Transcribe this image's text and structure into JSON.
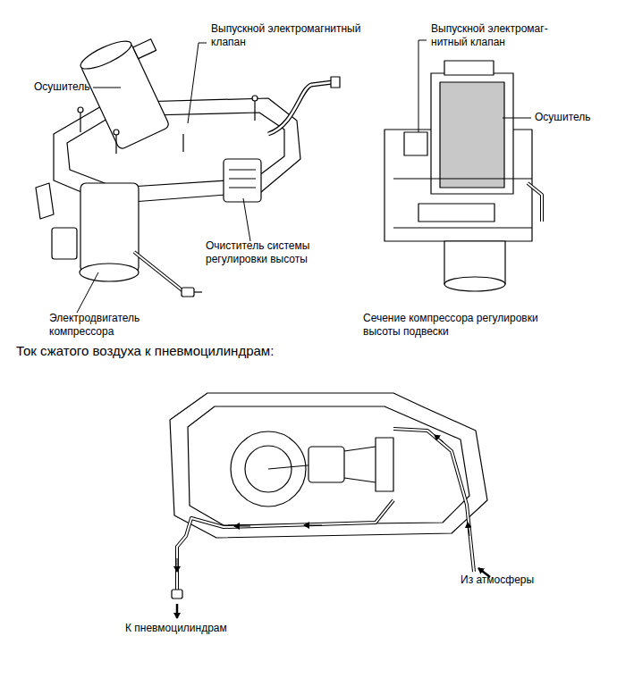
{
  "diagram": {
    "labels": [
      "Выпускной электромагнитный клапан",
      "Осушитель",
      "Выпускной электромаг- нитный клапан",
      "Осушитель",
      "Очиститель системы регулировки высоты",
      "Электродвигатель компрессора",
      "Сечение компрессора регулировки высоты подвески",
      "Ток сжатого воздуха к пневмоцилиндрам:",
      "Из атмосферы",
      "К пневмоцилиндрам"
    ]
  }
}
